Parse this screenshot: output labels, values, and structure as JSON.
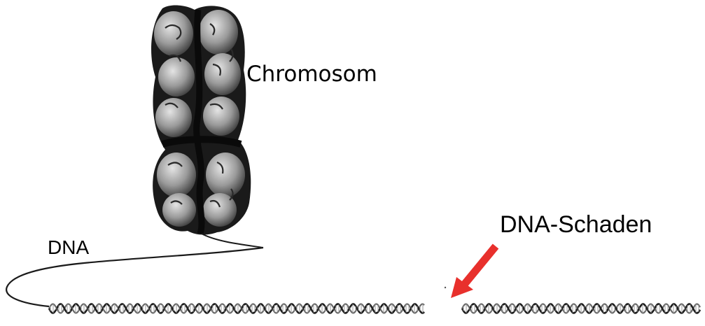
{
  "labels": {
    "chromosome": "Chromosom",
    "dna": "DNA",
    "damage": "DNA-Schaden"
  },
  "colors": {
    "arrow": "#e8302c",
    "strand": "#222222",
    "chromosome_dark": "#1a1a1a",
    "chromosome_mid": "#6e6e6e",
    "chromosome_light": "#c8c8c8"
  }
}
